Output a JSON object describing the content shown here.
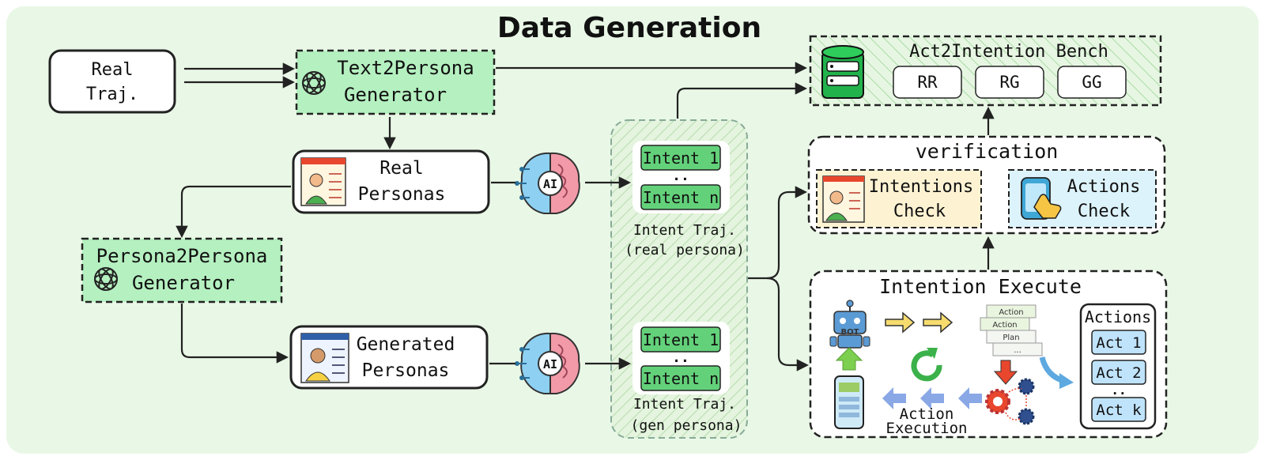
{
  "title": "Data Generation",
  "nodes": {
    "real_traj": [
      "Real",
      "Traj."
    ],
    "text2persona": [
      "Text2Persona",
      "Generator"
    ],
    "persona2persona": [
      "Persona2Persona",
      "Generator"
    ],
    "real_personas": [
      "Real",
      "Personas"
    ],
    "generated_personas": [
      "Generated",
      "Personas"
    ],
    "ai_label": "AI",
    "bench": {
      "title": "Act2Intention Bench",
      "items": [
        "RR",
        "RG",
        "GG"
      ]
    },
    "intent_real": {
      "first": "Intent 1",
      "ellipsis": "..",
      "last": "Intent n",
      "caption": [
        "Intent Traj.",
        "(real persona)"
      ]
    },
    "intent_gen": {
      "first": "Intent 1",
      "ellipsis": "..",
      "last": "Intent n",
      "caption": [
        "Intent Traj.",
        "(gen persona)"
      ]
    },
    "verification": {
      "title": "verification",
      "intentions_check": [
        "Intentions",
        "Check"
      ],
      "actions_check": [
        "Actions",
        "Check"
      ]
    },
    "intention_execute": {
      "title": "Intention Execute",
      "bot_label": "BOT",
      "plan_cards": [
        "Action",
        "Action",
        "Plan",
        "..."
      ],
      "action_execution": [
        "Action",
        "Execution"
      ],
      "actions_title": "Actions",
      "actions": [
        "Act 1",
        "Act 2",
        "..",
        "Act k"
      ]
    }
  },
  "colors": {
    "background": "#e9f8e6",
    "generator_fill": "#b5f0c0",
    "intent_fill": "#63d17a",
    "intentions_check_fill": "#fdf3d3",
    "actions_check_fill": "#ddf3fb",
    "act_fill": "#bfe3fb",
    "arrow_blue": "#8aa8e6",
    "arrow_yellow": "#f6dc6e",
    "arrow_red": "#e8472e",
    "brain_blue": "#8ed0f2",
    "brain_pink": "#f29aa8",
    "robot": "#5b9bd5",
    "database": "#22b24c"
  }
}
